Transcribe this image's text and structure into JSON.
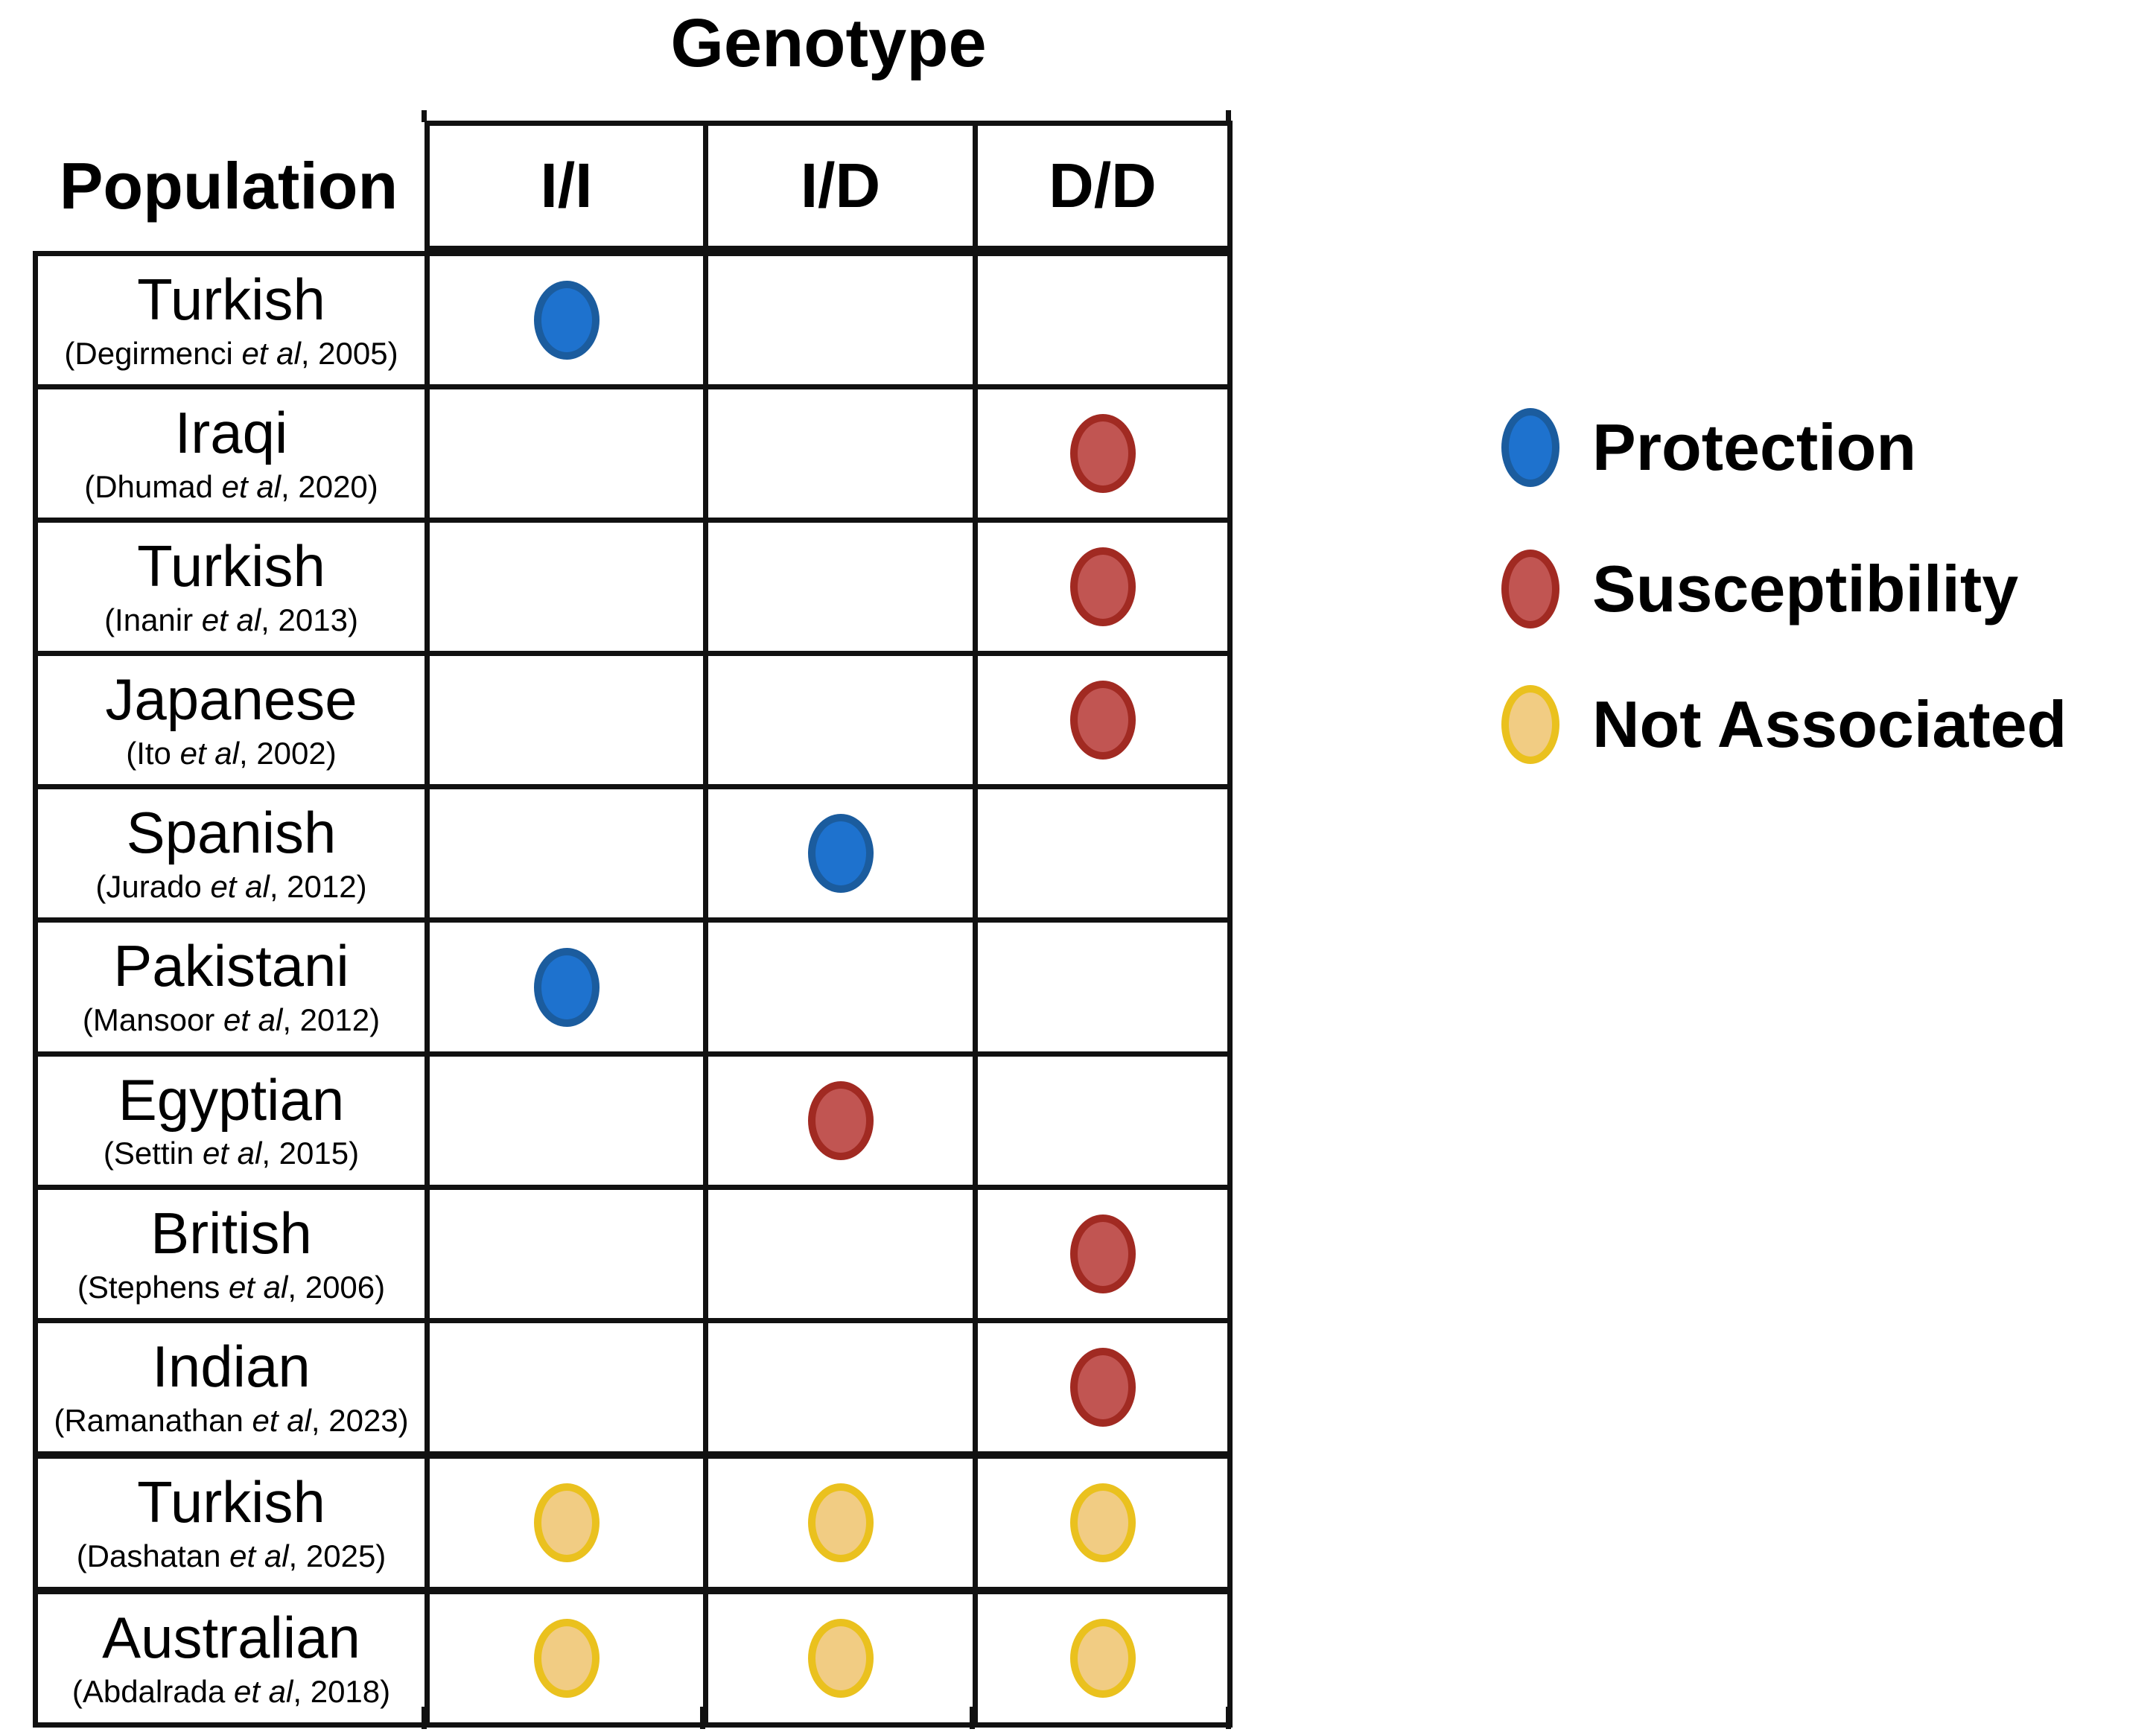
{
  "title": "Genotype",
  "table": {
    "population_header": "Population",
    "genotype_columns": [
      "I/I",
      "I/D",
      "D/D"
    ],
    "et_al_label": "et al",
    "rows": [
      {
        "population": "Turkish",
        "citation_author": "Degirmenci",
        "citation_year": "2005",
        "associations": {
          "I/I": "protection"
        }
      },
      {
        "population": "Iraqi",
        "citation_author": "Dhumad",
        "citation_year": "2020",
        "associations": {
          "D/D": "susceptibility"
        }
      },
      {
        "population": "Turkish",
        "citation_author": "Inanir",
        "citation_year": "2013",
        "associations": {
          "D/D": "susceptibility"
        }
      },
      {
        "population": "Japanese",
        "citation_author": "Ito",
        "citation_year": "2002",
        "associations": {
          "D/D": "susceptibility"
        }
      },
      {
        "population": "Spanish",
        "citation_author": "Jurado",
        "citation_year": "2012",
        "associations": {
          "I/D": "protection"
        }
      },
      {
        "population": "Pakistani",
        "citation_author": "Mansoor",
        "citation_year": "2012",
        "associations": {
          "I/I": "protection"
        }
      },
      {
        "population": "Egyptian",
        "citation_author": "Settin",
        "citation_year": "2015",
        "associations": {
          "I/D": "susceptibility"
        }
      },
      {
        "population": "British",
        "citation_author": "Stephens",
        "citation_year": "2006",
        "associations": {
          "D/D": "susceptibility"
        }
      },
      {
        "population": "Indian",
        "citation_author": "Ramanathan",
        "citation_year": "2023",
        "associations": {
          "D/D": "susceptibility"
        }
      },
      {
        "population": "Turkish",
        "citation_author": "Dashatan",
        "citation_year": "2025",
        "associations": {
          "I/I": "not_associated",
          "I/D": "not_associated",
          "D/D": "not_associated"
        },
        "thick_top": true
      },
      {
        "population": "Australian",
        "citation_author": "Abdalrada",
        "citation_year": "2018",
        "associations": {
          "I/I": "not_associated",
          "I/D": "not_associated",
          "D/D": "not_associated"
        },
        "thick_top": true
      }
    ]
  },
  "legend": {
    "items": [
      {
        "label": "Protection",
        "key": "protection"
      },
      {
        "label": "Susceptibility",
        "key": "susceptibility"
      },
      {
        "label": "Not Associated",
        "key": "not_associated"
      }
    ]
  },
  "colors": {
    "protection": {
      "fill": "#1E72CE",
      "border": "#1B5C9E"
    },
    "susceptibility": {
      "fill": "#C15552",
      "border": "#A12A22"
    },
    "not_associated": {
      "fill": "#F1CC83",
      "border": "#EAC11E"
    }
  }
}
